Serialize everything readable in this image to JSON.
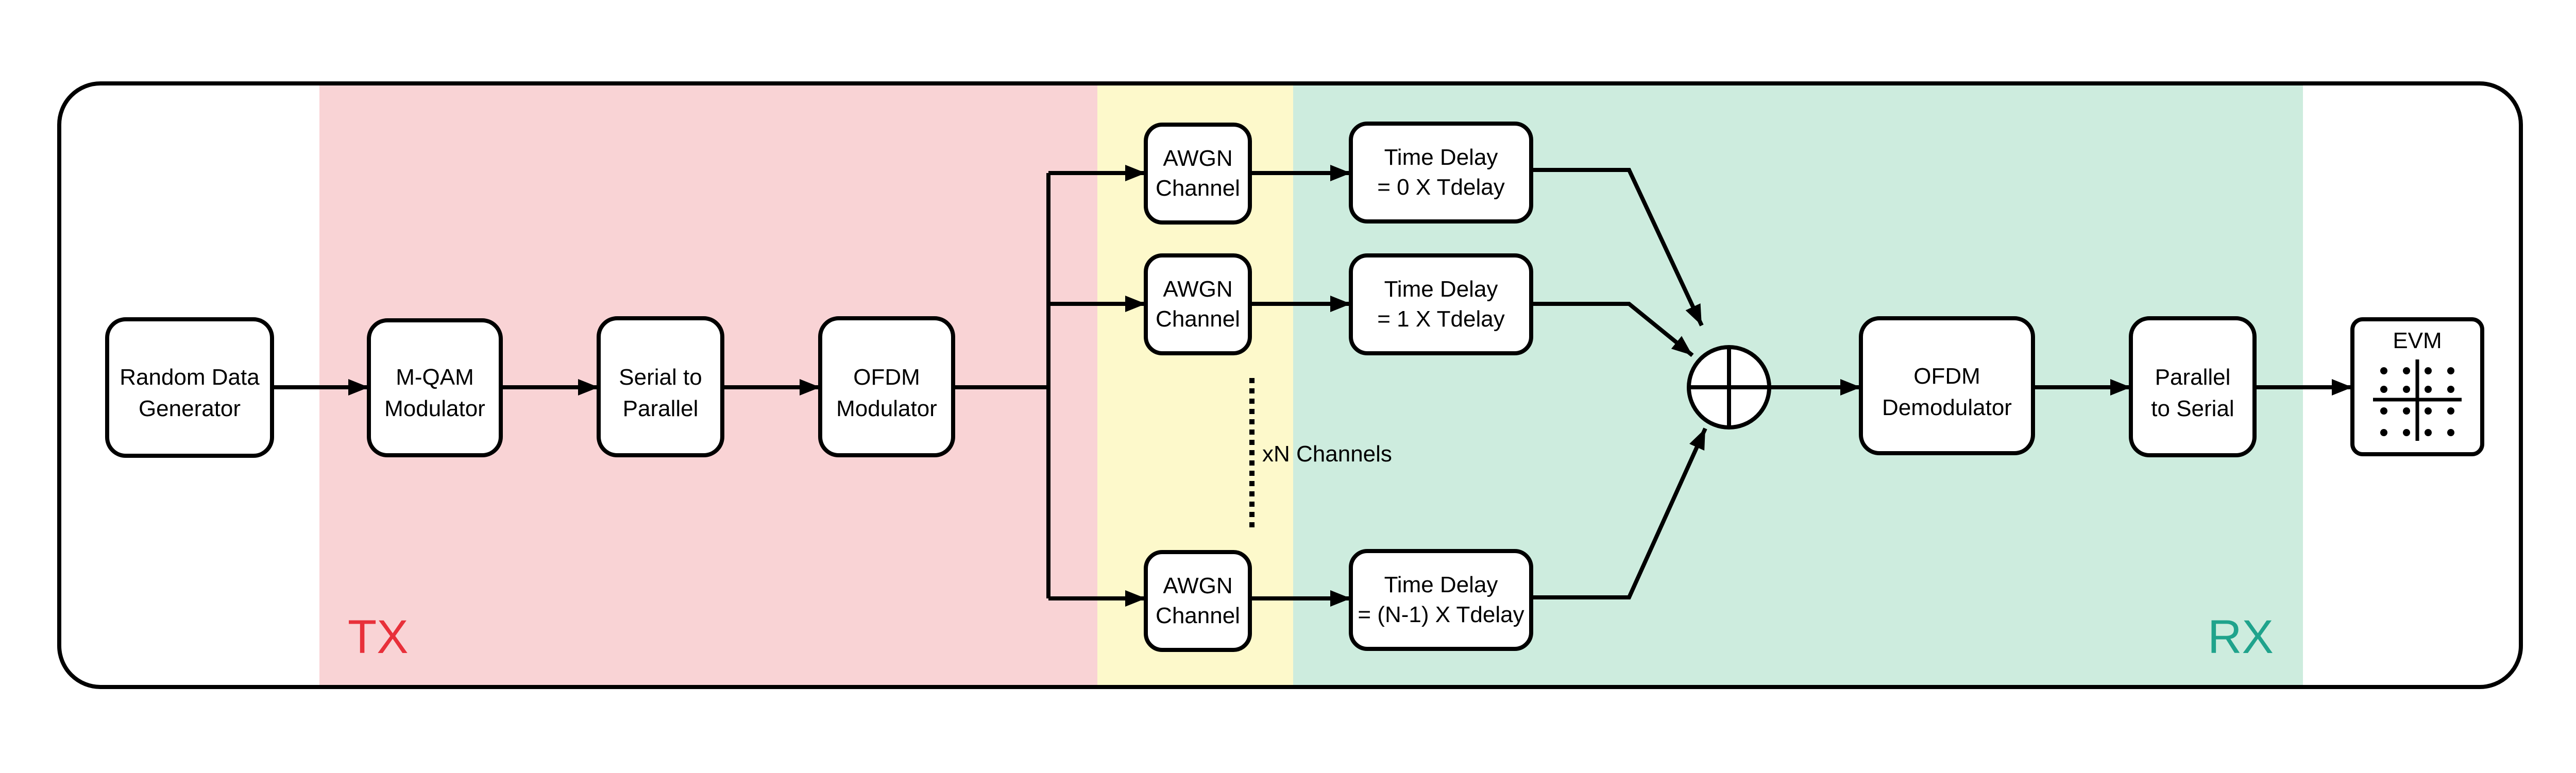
{
  "colors": {
    "tx_region": "#f9d3d5",
    "channel_region": "#fdf9cb",
    "rx_region": "#cdecde",
    "tx_label": "#e8303a",
    "rx_label": "#1fa38c",
    "stroke": "#000000",
    "box_fill": "#ffffff"
  },
  "regions": {
    "tx_label": "TX",
    "rx_label": "RX"
  },
  "blocks": {
    "random_data_generator": [
      "Random Data",
      "Generator"
    ],
    "mqam_modulator": [
      "M-QAM",
      "Modulator"
    ],
    "serial_to_parallel": [
      "Serial to",
      "Parallel"
    ],
    "ofdm_modulator": [
      "OFDM",
      "Modulator"
    ],
    "awgn_channel_1": [
      "AWGN",
      "Channel"
    ],
    "awgn_channel_2": [
      "AWGN",
      "Channel"
    ],
    "awgn_channel_n": [
      "AWGN",
      "Channel"
    ],
    "time_delay_1": [
      "Time Delay",
      "= 0 X Tdelay"
    ],
    "time_delay_2": [
      "Time Delay",
      "= 1 X Tdelay"
    ],
    "time_delay_n": [
      "Time Delay",
      "= (N-1) X Tdelay"
    ],
    "ofdm_demodulator": [
      "OFDM",
      "Demodulator"
    ],
    "parallel_to_serial": [
      "Parallel",
      "to Serial"
    ],
    "evm": "EVM"
  },
  "channels_note": "xN Channels",
  "icons": {
    "adder": "summing-junction-icon",
    "evm": "constellation-icon"
  }
}
